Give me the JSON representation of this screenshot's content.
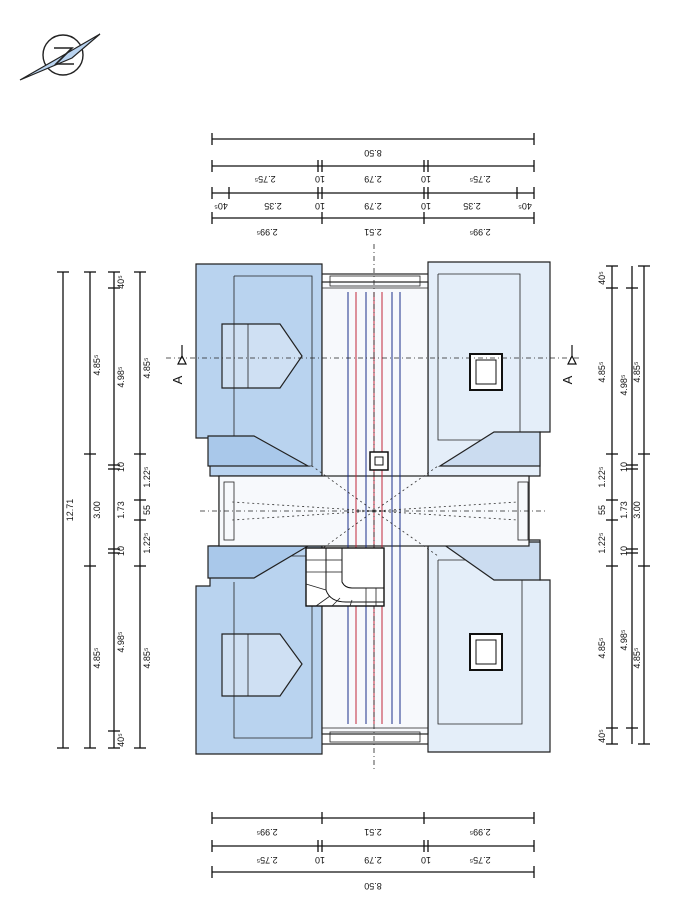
{
  "section_markers": {
    "left": "A",
    "right": "A"
  },
  "dims_top": {
    "overall": "8.50",
    "row2": [
      "2.75⁵",
      "10",
      "2.79",
      "10",
      "2.75⁵"
    ],
    "row3": [
      "40⁵",
      "2.35",
      "10",
      "2.79",
      "10",
      "2.35",
      "40⁵"
    ],
    "row4": [
      "2.99⁵",
      "2.51",
      "2.99⁵"
    ]
  },
  "dims_bottom": {
    "row1": [
      "2.99⁵",
      "2.51",
      "2.99⁵"
    ],
    "row2": [
      "2.75⁵",
      "10",
      "2.79",
      "10",
      "2.75⁵"
    ],
    "overall": "8.50"
  },
  "dims_left": {
    "overall": "12.71",
    "col2": [
      "4.85⁵",
      "3.00",
      "4.85⁵"
    ],
    "col3": [
      "40⁵",
      "4.98⁵",
      "10",
      "1.73",
      "10",
      "4.98⁵",
      "40⁵"
    ],
    "col4": [
      "4.85⁵",
      "1.22⁵",
      "55",
      "1.22⁵",
      "4.85⁵"
    ]
  },
  "dims_right": {
    "col1": [
      "40⁵",
      "4.85⁵",
      "1.22⁵",
      "55",
      "1.22⁵",
      "4.85⁵",
      "40⁵"
    ],
    "col2": [
      "4.98⁵",
      "10",
      "1.73",
      "10",
      "4.98⁵"
    ],
    "col3": [
      "4.85⁵",
      "3.00",
      "4.85⁵"
    ]
  },
  "colors": {
    "roof_blue": "#b9d3ef",
    "red_line": "#c0283a",
    "blue_line": "#1b2f8a"
  },
  "icons": [
    "north-arrow-icon"
  ]
}
